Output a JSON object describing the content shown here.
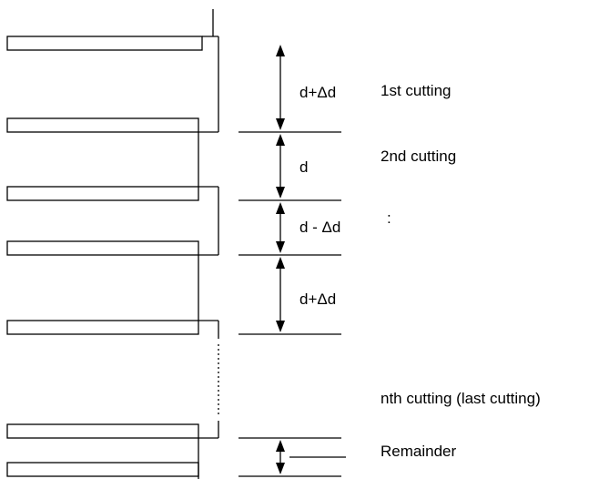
{
  "dimension_labels": {
    "first": "d+Δd",
    "second": "d",
    "third": "d - Δd",
    "fourth": "d+Δd"
  },
  "step_labels": {
    "first": "1st cutting",
    "second": "2nd cutting",
    "continuation": ":",
    "last": "nth cutting (last cutting)",
    "remainder": "Remainder"
  }
}
